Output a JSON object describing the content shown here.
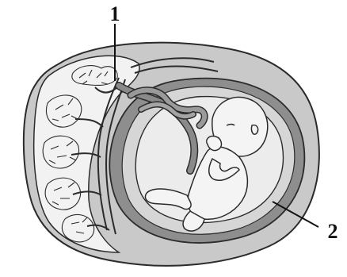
{
  "figure": {
    "labels": [
      {
        "id": "label-1",
        "text": "1"
      },
      {
        "id": "label-2",
        "text": "2"
      }
    ]
  },
  "colors": {
    "uterus_wall": "#c9c9c9",
    "outline": "#2b2b2b",
    "amnion_band": "#8e8e8e",
    "amniotic_fluid": "#d6d6d6",
    "inner_cavity": "#ececec",
    "fetus_skin": "#f4f4f4",
    "placenta_fill": "#f2f2f2",
    "cord": "#8a8a8a"
  }
}
